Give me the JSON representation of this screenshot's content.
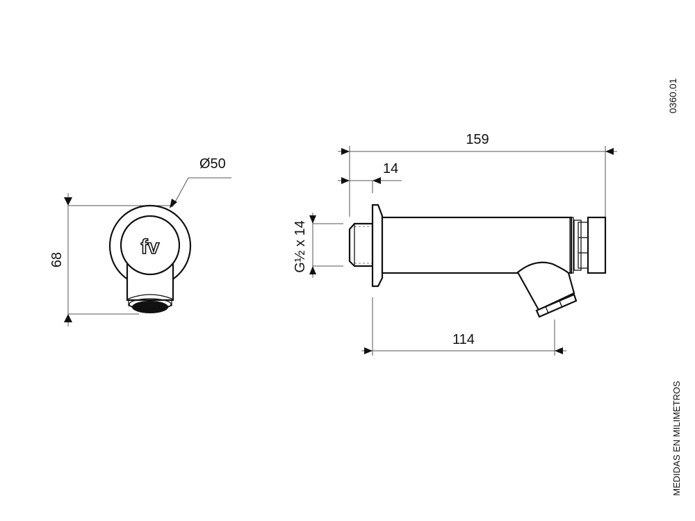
{
  "drawing": {
    "code": "0360.01",
    "units_note": "MEDIDAS EN MILIMETROS",
    "logo_text": "fv"
  },
  "front_view": {
    "diameter_label": "Ø50",
    "height_label": "68"
  },
  "side_view": {
    "total_length_label": "159",
    "flange_offset_label": "14",
    "thread_label": "G½ x 14",
    "outlet_distance_label": "114"
  }
}
